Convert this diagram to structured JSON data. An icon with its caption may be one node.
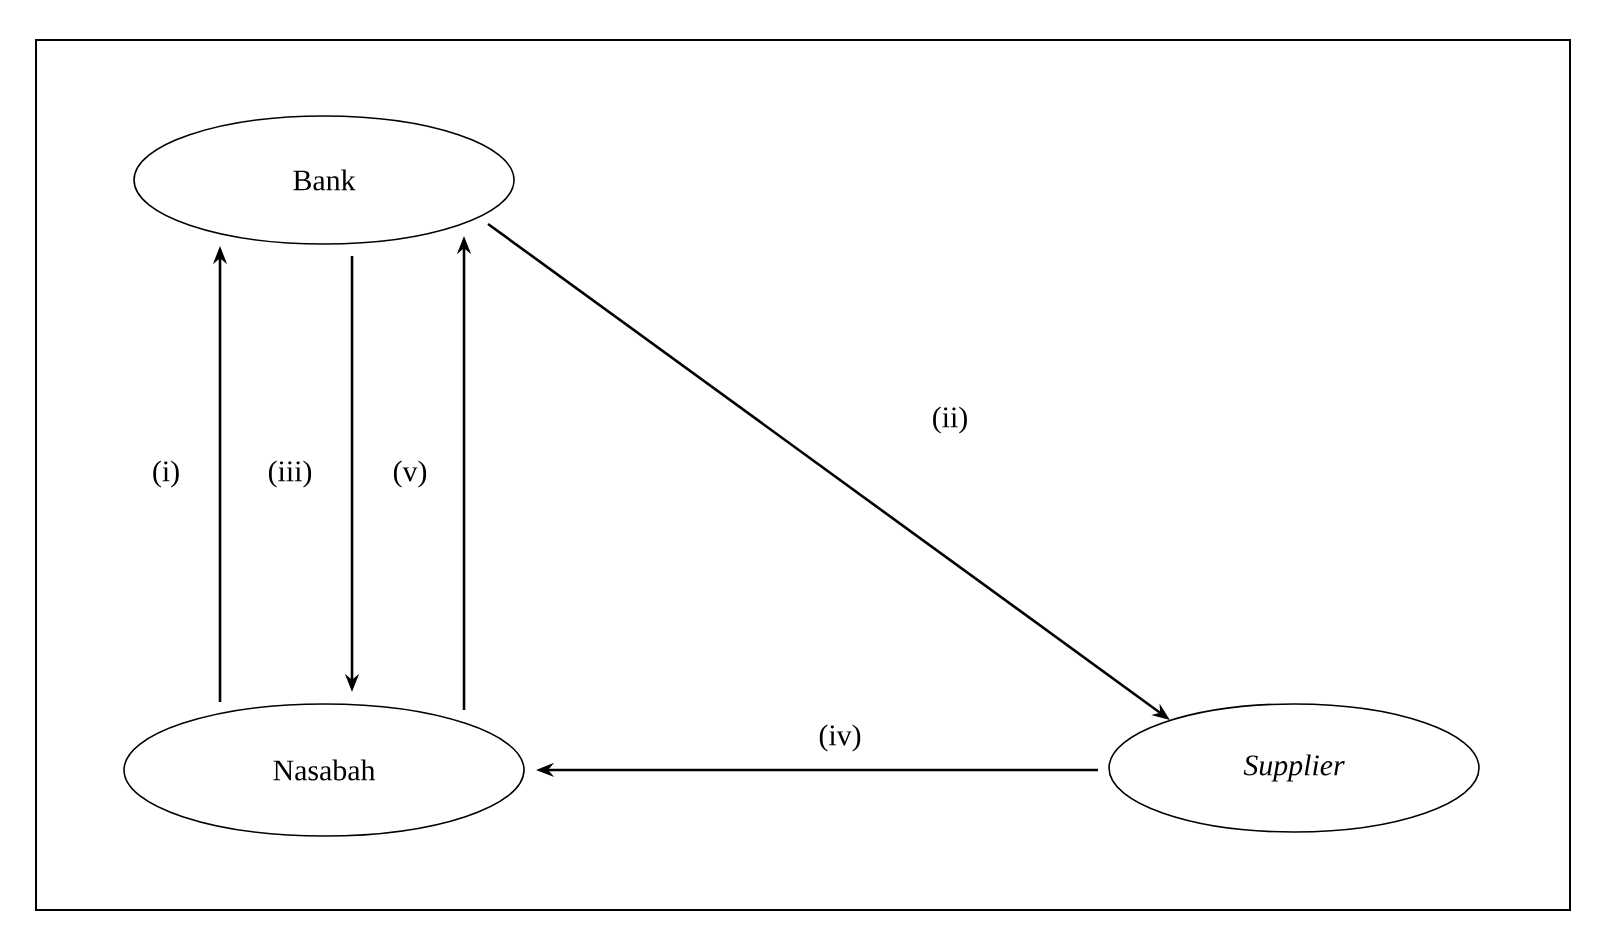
{
  "diagram": {
    "nodes": [
      {
        "text": [
          "Bank"
        ]
      },
      {
        "text": [
          "Nasabah"
        ]
      },
      {
        "text": [
          "Supplier"
        ]
      }
    ],
    "edges": [
      {
        "from": 1,
        "to": 0,
        "arrow": "to",
        "label": "(i)"
      },
      {
        "from": 0,
        "to": 2,
        "arrow": "to",
        "label": "(ii)"
      },
      {
        "from": 0,
        "to": 1,
        "arrow": "to",
        "label": "(iii)"
      },
      {
        "from": 2,
        "to": 1,
        "arrow": "to",
        "label": "(iv)"
      },
      {
        "from": 1,
        "to": 0,
        "arrow": "to",
        "label": "(v)"
      }
    ]
  }
}
